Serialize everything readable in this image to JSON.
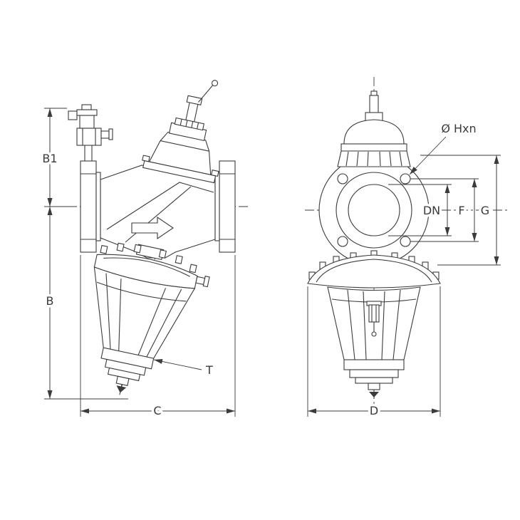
{
  "drawing": {
    "background_color": "#ffffff",
    "line_color": "#3b3b3b",
    "side_view": {
      "labels": {
        "b1": "B1",
        "b": "B",
        "c": "C",
        "t": "T"
      },
      "icons": {
        "flow_direction": "arrow-right"
      }
    },
    "front_view": {
      "labels": {
        "bolt_holes": "Ø Hxn",
        "dn": "DN",
        "f": "F",
        "g": "G",
        "d": "D"
      }
    }
  }
}
